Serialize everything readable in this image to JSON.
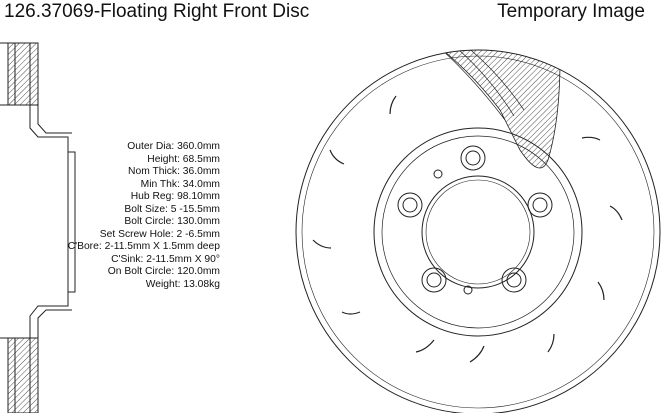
{
  "header": {
    "part_title": "126.37069-Floating Right Front Disc",
    "image_note": "Temporary Image"
  },
  "specs": [
    {
      "label": "Outer Dia",
      "value": "360.0mm"
    },
    {
      "label": "Height",
      "value": "68.5mm"
    },
    {
      "label": "Nom Thick",
      "value": "36.0mm"
    },
    {
      "label": "Min Thk",
      "value": "34.0mm"
    },
    {
      "label": "Hub Reg",
      "value": "98.10mm"
    },
    {
      "label": "Bolt Size",
      "value": "5 -15.5mm"
    },
    {
      "label": "Bolt Circle",
      "value": "130.0mm"
    },
    {
      "label": "Set Screw Hole",
      "value": "2 -6.5mm"
    },
    {
      "label": "C'Bore",
      "value": "2-11.5mm X 1.5mm deep"
    },
    {
      "label": "C'Sink",
      "value": "2-11.5mm X 90°"
    },
    {
      "label": "On Bolt Circle",
      "value": "120.0mm"
    },
    {
      "label": "Weight",
      "value": "13.08kg"
    }
  ]
}
